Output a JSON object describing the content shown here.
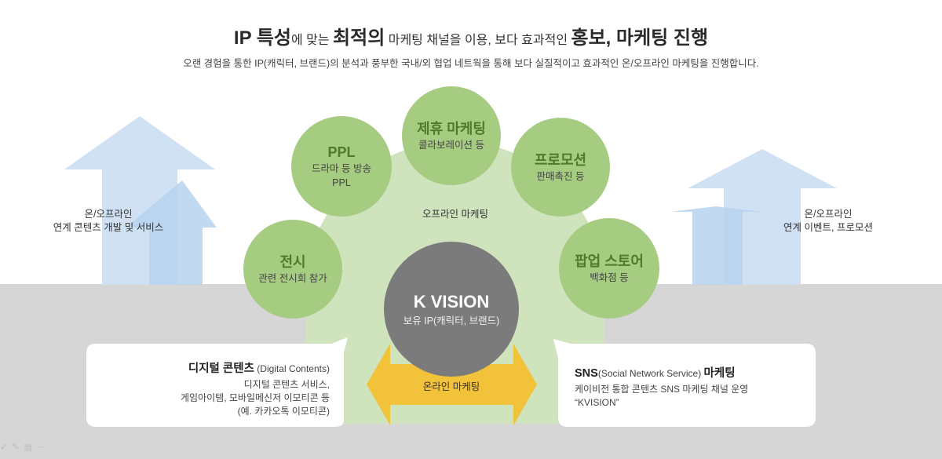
{
  "header": {
    "title_parts": {
      "p1": "IP 특성",
      "p2": "에 맞는 ",
      "p3": "최적의",
      "p4": " 마케팅 채널을 이용, 보다 효과적인 ",
      "p5": "홍보, 마케팅 진행"
    },
    "subtitle": "오랜 경험을 통한 IP(캐릭터, 브랜드)의 분석과 풍부한 국내/외 협업 네트웍을 통해 보다 실질적이고 효과적인 온/오프라인 마케팅을 진행합니다."
  },
  "left_arrows": {
    "line1": "온/오프라인",
    "line2": "연계 콘텐츠 개발 및 서비스"
  },
  "right_arrows": {
    "line1": "온/오프라인",
    "line2": "연계 이벤트, 프로모션"
  },
  "offline": {
    "label": "오프라인 마케팅"
  },
  "circles": {
    "ppl": {
      "title": "PPL",
      "sub1": "드라마 등 방송",
      "sub2": "PPL"
    },
    "jehyu": {
      "title": "제휴 마케팅",
      "sub1": "콜라보레이션 등"
    },
    "promotion": {
      "title": "프로모션",
      "sub1": "판매촉진 등"
    },
    "exhibit": {
      "title": "전시",
      "sub1": "관련 전시회 참가"
    },
    "popup": {
      "title": "팝업 스토어",
      "sub1": "백화점 등"
    }
  },
  "center": {
    "title": "K VISION",
    "sub": "보유 IP(캐릭터, 브랜드)"
  },
  "online": {
    "label": "온라인 마케팅"
  },
  "digital_box": {
    "title": "디지털 콘텐츠",
    "title_en": " (Digital Contents)",
    "lines": [
      "디지털 콘텐츠 서비스,",
      "게임아이템, 모바일메신저 이모티콘 등",
      "(예. 카카오톡 이모티콘)"
    ]
  },
  "sns_box": {
    "title_a": "SNS",
    "title_b": "(Social Network Service) ",
    "title_c": "마케팅",
    "lines": [
      "케이비전 통합 콘텐츠 SNS 마케팅 채널 운영",
      "“KVISION”"
    ]
  },
  "colors": {
    "arrow_blue": "#cfe1f3",
    "arrow_blue_dark": "#b6d2ee",
    "dome_green": "#cfe3bd",
    "circle_green": "#a6cc82",
    "circle_title": "#4e7a2a",
    "center_gray": "#7b7b7b",
    "band_gray": "#d6d6d6",
    "online_yellow": "#f2c23a"
  }
}
